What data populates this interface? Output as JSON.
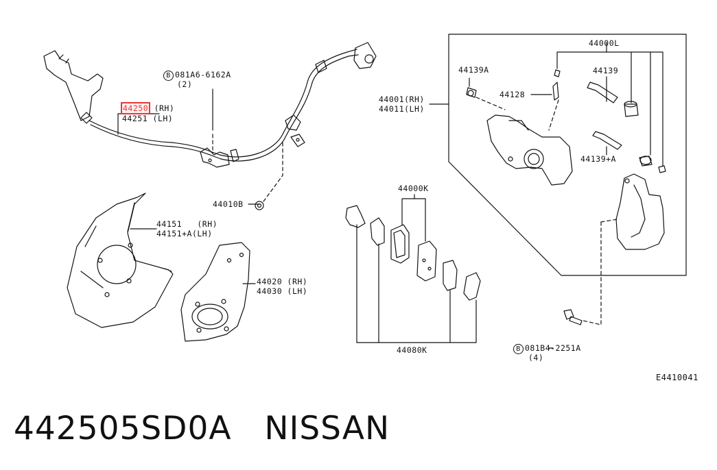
{
  "diagram": {
    "code": "E4410041",
    "labels": {
      "l_44250": "44250",
      "l_44250_side": "(RH)",
      "l_44251": "44251 (LH)",
      "l_081A6": "081A6-6162A",
      "l_081A6_qty": "(2)",
      "l_44010B": "44010B",
      "l_44151": "44151   (RH)",
      "l_44151A": "44151+A(LH)",
      "l_44020": "44020 (RH)",
      "l_44030": "44030 (LH)",
      "l_44000K": "44000K",
      "l_44080K": "44080K",
      "l_44001": "44001(RH)",
      "l_44011": "44011(LH)",
      "l_44000L": "44000L",
      "l_44139A": "44139A",
      "l_44139": "44139",
      "l_44128": "44128",
      "l_44139pA": "44139+A",
      "l_081B4": "081B4-2251A",
      "l_081B4_qty": "(4)",
      "bolt_symbol": "B"
    }
  },
  "footer": {
    "part_number": "442505SD0A",
    "brand": "NISSAN",
    "separator": "   "
  },
  "colors": {
    "highlight": "#e53935",
    "ink": "#111111"
  }
}
